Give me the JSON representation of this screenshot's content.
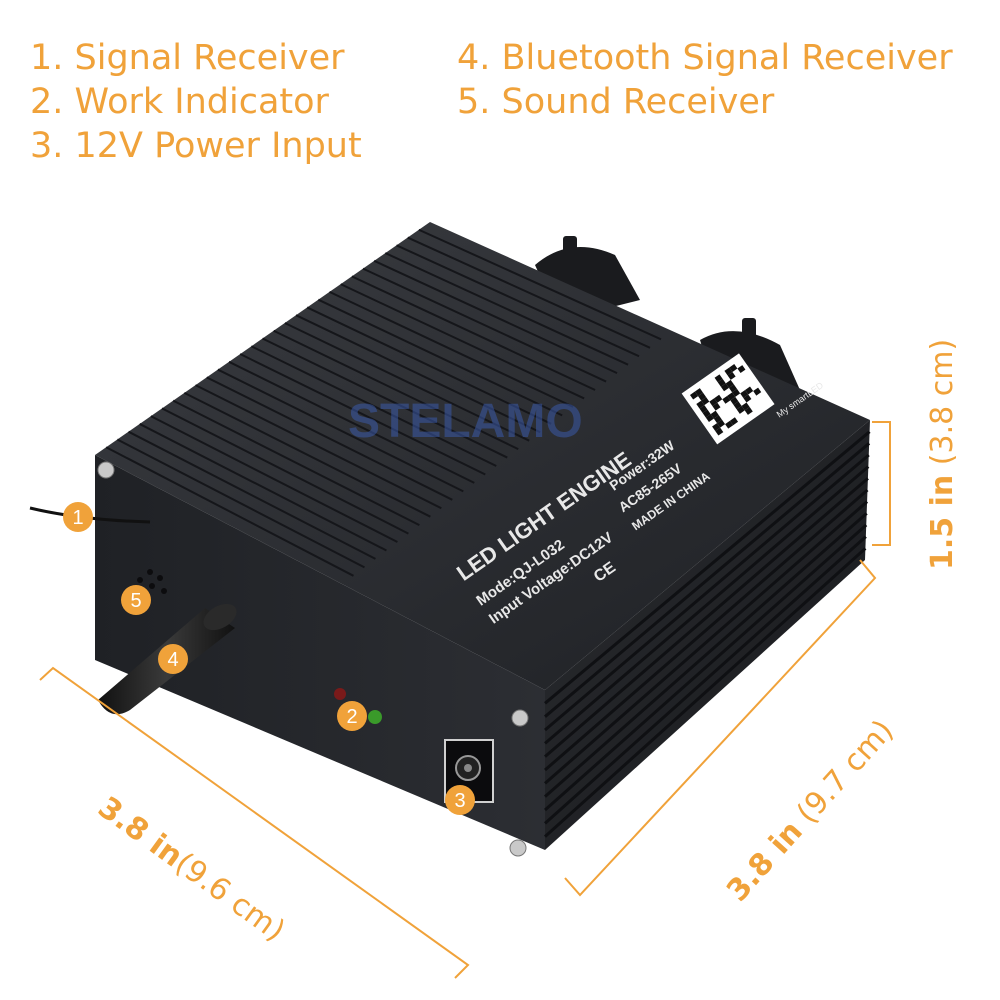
{
  "legend_left": [
    "1. Signal Receiver",
    "2. Work Indicator",
    "3. 12V Power Input"
  ],
  "legend_right": [
    "4. Bluetooth Signal Receiver",
    "5. Sound Receiver"
  ],
  "watermark": "STELAMO",
  "label": {
    "title": "LED LIGHT ENGINE",
    "model": "Mode:QJ-L032",
    "power": "Power:32W",
    "voltage": "Input Voltage:DC12V",
    "ac": "AC85-265V",
    "made": "MADE IN CHINA",
    "ce": "CE",
    "app": "My smartLED"
  },
  "markers": [
    "1",
    "2",
    "3",
    "4",
    "5"
  ],
  "dims": {
    "height_bold": "1.5 in",
    "height_light": "(3.8 cm)",
    "depth_bold": "3.8 in",
    "depth_light": "(9.7 cm)",
    "width_bold": "3.8 in",
    "width_light": "(9.6 cm)"
  },
  "colors": {
    "accent": "#f0a23a",
    "device": "#2b2d31",
    "watermark": "#3b5aa8"
  }
}
